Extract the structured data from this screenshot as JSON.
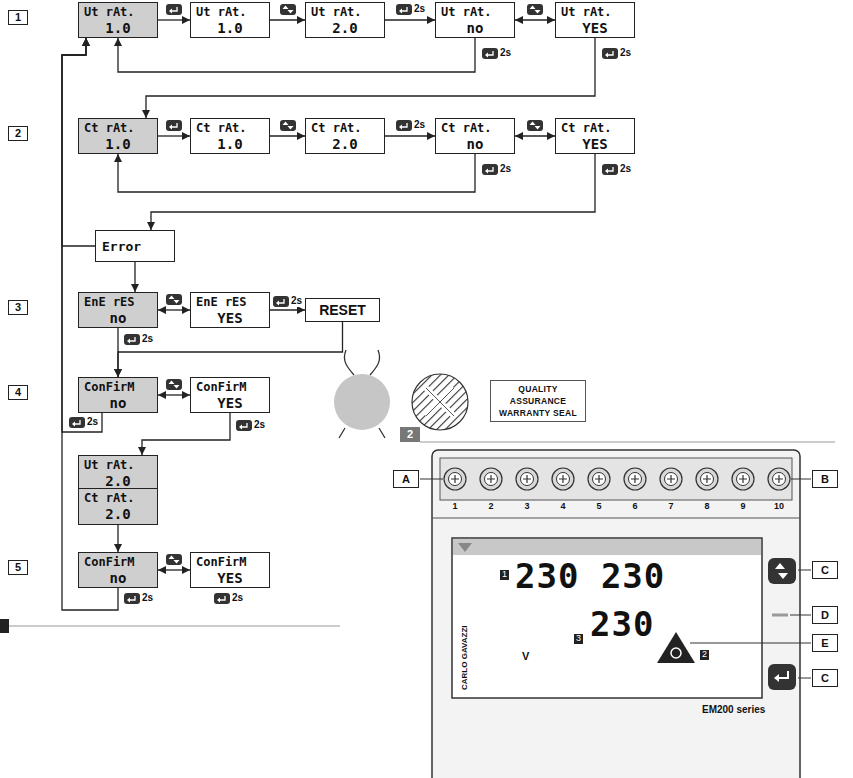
{
  "diagram": {
    "nodes": [
      {
        "text": [
          "1"
        ]
      },
      {
        "text": [
          "Ut rAt.",
          "1.0"
        ]
      },
      {
        "text": [
          "Ut rAt.",
          "1.0"
        ]
      },
      {
        "text": [
          "Ut rAt.",
          "2.0"
        ]
      },
      {
        "text": [
          "Ut rAt.",
          "no"
        ]
      },
      {
        "text": [
          "Ut rAt.",
          "YES"
        ]
      },
      {
        "text": [
          "2"
        ]
      },
      {
        "text": [
          "Ct rAt.",
          "1.0"
        ]
      },
      {
        "text": [
          "Ct rAt.",
          "1.0"
        ]
      },
      {
        "text": [
          "Ct rAt.",
          "2.0"
        ]
      },
      {
        "text": [
          "Ct rAt.",
          "no"
        ]
      },
      {
        "text": [
          "Ct rAt.",
          "YES"
        ]
      },
      {
        "text": [
          "Error"
        ]
      },
      {
        "text": [
          "3"
        ]
      },
      {
        "text": [
          "EnE rES",
          "no"
        ]
      },
      {
        "text": [
          "EnE rES",
          "YES"
        ]
      },
      {
        "text": [
          "RESET"
        ]
      },
      {
        "text": [
          "4"
        ]
      },
      {
        "text": [
          "ConFirM",
          "no"
        ]
      },
      {
        "text": [
          "ConFirM",
          "YES"
        ]
      },
      {
        "text": [
          "Ut rAt.",
          "2.0"
        ]
      },
      {
        "text": [
          "Ct rAt.",
          "2.0"
        ]
      },
      {
        "text": [
          "5"
        ]
      },
      {
        "text": [
          "ConFirM",
          "no"
        ]
      },
      {
        "text": [
          "ConFirM",
          "YES"
        ]
      },
      {
        "text": [
          "QUALITY ASSURANCE WARRANTY SEAL"
        ]
      },
      {
        "text": [
          "2"
        ]
      },
      {
        "text": [
          "A"
        ]
      },
      {
        "text": [
          "B"
        ]
      },
      {
        "text": [
          "C"
        ]
      },
      {
        "text": [
          "D"
        ]
      },
      {
        "text": [
          "E"
        ]
      },
      {
        "text": [
          "C"
        ]
      }
    ],
    "edges": [
      {
        "from": 1,
        "to": 2,
        "arrow": "to"
      },
      {
        "from": 2,
        "to": 3,
        "arrow": "to"
      },
      {
        "from": 3,
        "to": 4,
        "label": "2s",
        "arrow": "to"
      },
      {
        "from": 4,
        "to": 5,
        "arrow": "both"
      },
      {
        "from": 4,
        "to": 1,
        "label": "2s",
        "arrow": "to"
      },
      {
        "from": 5,
        "to": 7,
        "label": "2s",
        "arrow": "to"
      },
      {
        "from": 7,
        "to": 8,
        "arrow": "to"
      },
      {
        "from": 8,
        "to": 9,
        "arrow": "to"
      },
      {
        "from": 9,
        "to": 10,
        "label": "2s",
        "arrow": "to"
      },
      {
        "from": 10,
        "to": 11,
        "arrow": "both"
      },
      {
        "from": 10,
        "to": 7,
        "label": "2s",
        "arrow": "to"
      },
      {
        "from": 11,
        "to": 12,
        "label": "2s",
        "arrow": "to"
      },
      {
        "from": 12,
        "to": 1,
        "arrow": "to"
      },
      {
        "from": 12,
        "to": 14,
        "arrow": "to"
      },
      {
        "from": 14,
        "to": 15,
        "arrow": "both"
      },
      {
        "from": 15,
        "to": 16,
        "label": "2s",
        "arrow": "to"
      },
      {
        "from": 14,
        "to": 18,
        "label": "2s",
        "arrow": "to"
      },
      {
        "from": 16,
        "to": 18,
        "arrow": "to"
      },
      {
        "from": 18,
        "to": 19,
        "arrow": "both"
      },
      {
        "from": 18,
        "to": 1,
        "label": "2s",
        "arrow": "to"
      },
      {
        "from": 19,
        "to": 20,
        "label": "2s",
        "arrow": "to"
      },
      {
        "from": 21,
        "to": 23,
        "arrow": "to"
      },
      {
        "from": 23,
        "to": 24,
        "arrow": "both"
      },
      {
        "from": 23,
        "to": 1,
        "label": "2s",
        "arrow": "to"
      }
    ],
    "labels": [
      "2s",
      "1",
      "2",
      "3",
      "4",
      "5",
      "6",
      "7",
      "8",
      "9",
      "10",
      "230 230",
      "230",
      "V",
      "1",
      "3",
      "2",
      "CARLO GAVAZZI",
      "EM200 series"
    ]
  }
}
